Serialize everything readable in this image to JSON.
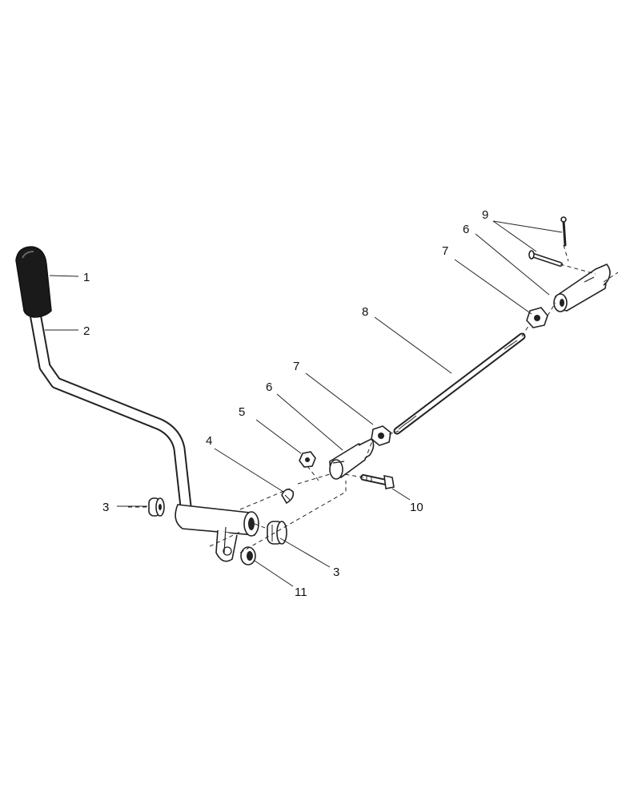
{
  "callouts": {
    "c1": "1",
    "c2": "2",
    "c3a": "3",
    "c3b": "3",
    "c4": "4",
    "c5": "5",
    "c6a": "6",
    "c6b": "6",
    "c7a": "7",
    "c7b": "7",
    "c8": "8",
    "c9": "9",
    "c10": "10",
    "c11": "11"
  },
  "colors": {
    "ink": "#222222",
    "grip": "#1a1a1a",
    "paper": "#ffffff"
  }
}
